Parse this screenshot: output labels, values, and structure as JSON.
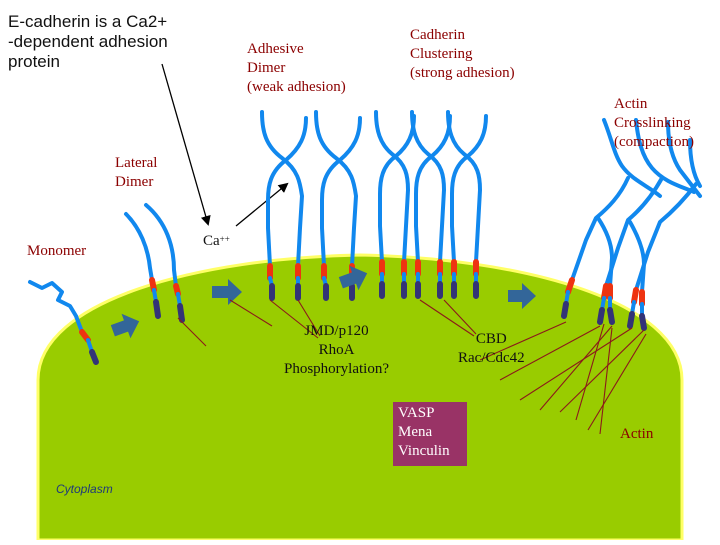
{
  "title": [
    "E-cadherin is a Ca2+",
    "-dependent adhesion",
    "protein"
  ],
  "labels": {
    "adhesive_dimer": [
      "Adhesive",
      "Dimer",
      "(weak adhesion)"
    ],
    "cadherin_clustering": [
      "Cadherin",
      "Clustering",
      "(strong adhesion)"
    ],
    "actin_crosslinking": [
      "Actin",
      "Crosslinking",
      "(compaction)"
    ],
    "lateral_dimer": [
      "Lateral",
      "Dimer"
    ],
    "monomer": "Monomer",
    "calcium": "Ca",
    "calcium_charge": "++",
    "jmd": [
      "JMD/p120",
      "RhoA",
      "Phosphorylation?"
    ],
    "cbd": [
      "CBD",
      "Rac/Cdc42"
    ],
    "vasp": [
      "VASP",
      "Mena",
      "Vinculin"
    ],
    "actin": "Actin",
    "cytoplasm": "Cytoplasm"
  },
  "colors": {
    "cell": "#99cc00",
    "cell_border": "#ffff66",
    "cadherin": "#1188ee",
    "domain_red": "#ee3311",
    "domain_navy": "#333377",
    "arrow": "#336699",
    "actin_line": "#8b1a1a",
    "vasp_box": "#993366"
  }
}
